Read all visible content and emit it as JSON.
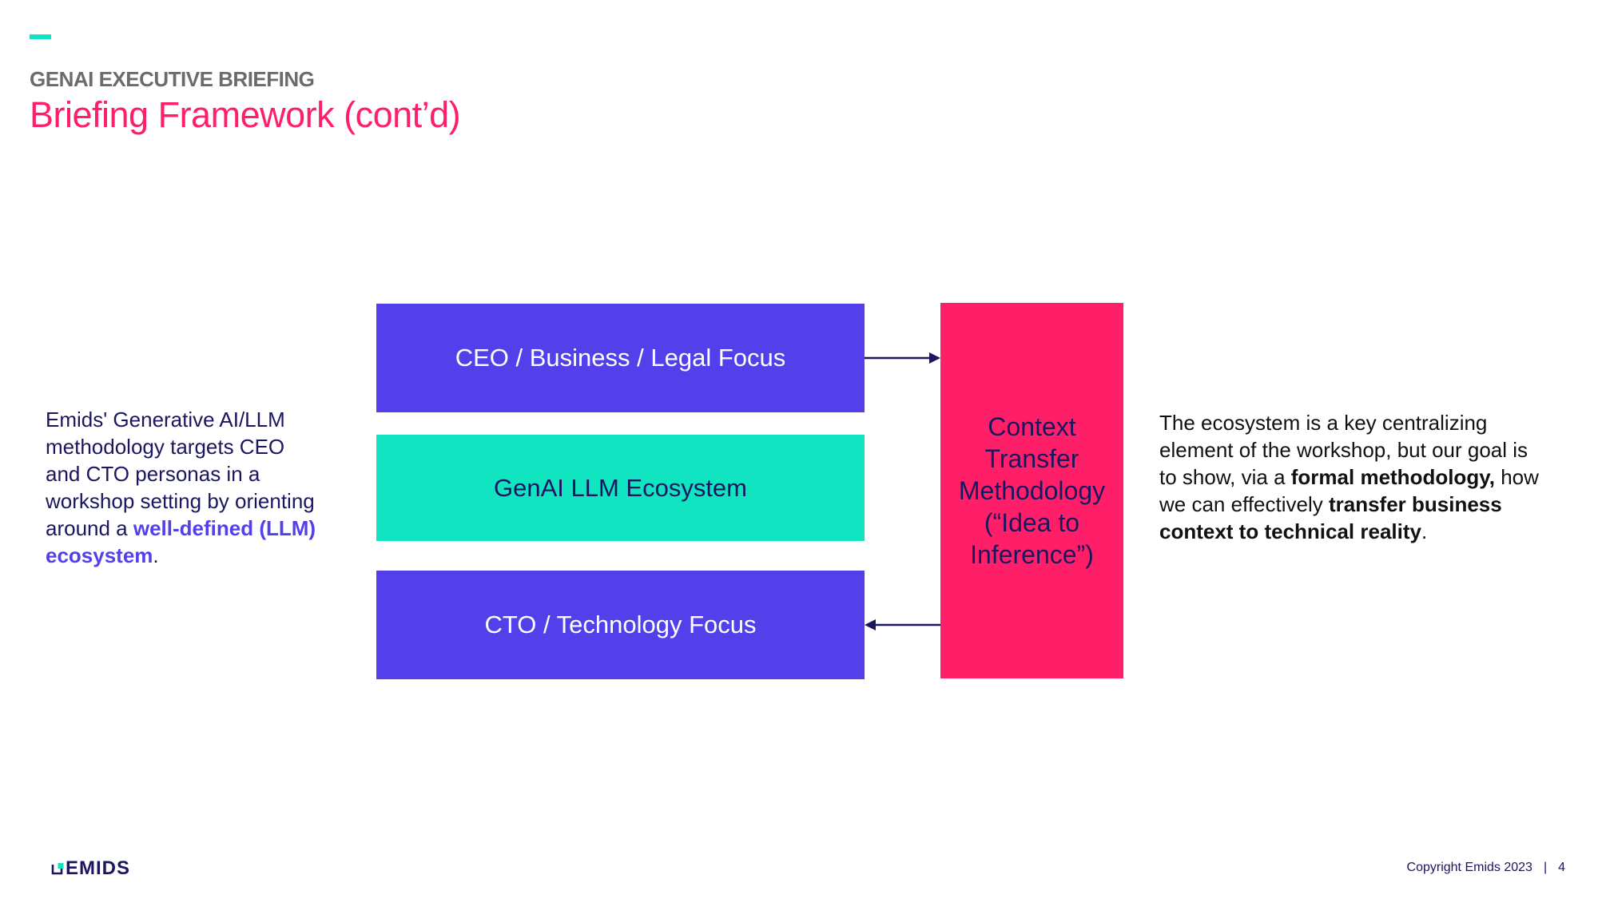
{
  "header": {
    "kicker": "GENAI EXECUTIVE BRIEFING",
    "title": "Briefing Framework (cont’d)"
  },
  "left_text": {
    "part1": "Emids' Generative AI/LLM methodology targets CEO and CTO personas in a workshop setting by orienting around a ",
    "highlight": "well-defined (LLM) ecosystem",
    "part2": "."
  },
  "diagram": {
    "box_ceo": "CEO / Business / Legal Focus",
    "box_ecosystem": "GenAI LLM Ecosystem",
    "box_cto": "CTO / Technology Focus",
    "box_context_line1": "Context Transfer Methodology",
    "box_context_line2": "(“Idea to Inference”)"
  },
  "right_text": {
    "part1": "The ecosystem is a key centralizing element of the workshop, but our goal is to show, via a ",
    "bold1": "formal methodology,",
    "part2": " how we can effectively ",
    "bold2": "transfer business context to technical reality",
    "part3": "."
  },
  "footer": {
    "logo_text": "EMIDS",
    "copyright": "Copyright Emids 2023",
    "separator": "|",
    "page_number": "4"
  },
  "colors": {
    "purple": "#5340ea",
    "teal": "#11e4c0",
    "pink": "#ff1f68",
    "navy": "#1a1660",
    "gray": "#6b6b6b"
  },
  "icons": {
    "logo": "emids-logo-mark-icon"
  }
}
